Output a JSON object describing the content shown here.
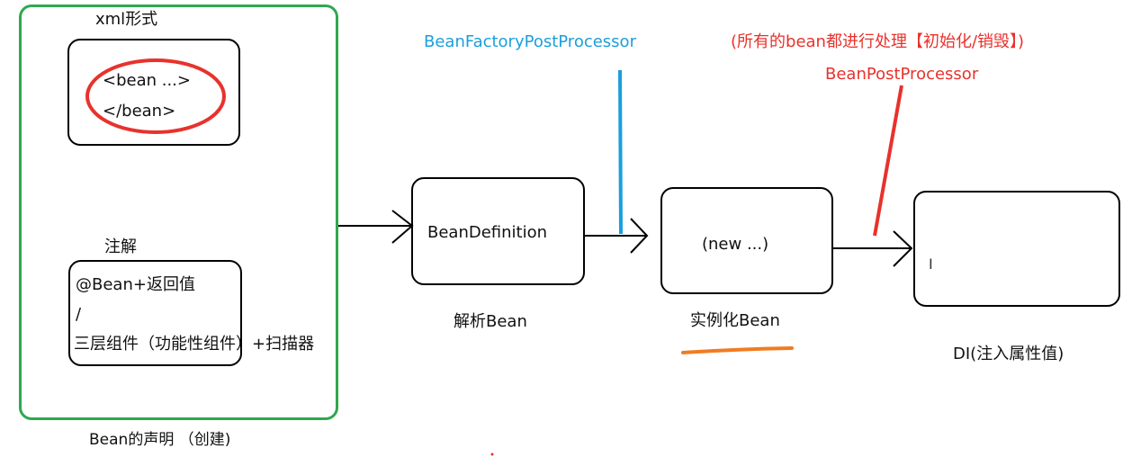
{
  "declaration": {
    "xml_title": "xml形式",
    "xml_line1": "<bean ...>",
    "xml_line2": "</bean>",
    "annotation_title": "注解",
    "annotation_line1": "@Bean+返回值",
    "annotation_line2": "/",
    "annotation_line3": "三层组件（功能性组件）+扫描器",
    "caption": "Bean的声明 （创建)"
  },
  "definition": {
    "label": "BeanDefinition",
    "caption": "解析Bean"
  },
  "factory_processor": {
    "label": "BeanFactoryPostProcessor",
    "color": "#1a9fdc"
  },
  "instantiate": {
    "label": "(new ...)",
    "caption": "实例化Bean"
  },
  "post_processor": {
    "label": "BeanPostProcessor",
    "note": "(所有的bean都进行处理【初始化/销毁】)",
    "color": "#e8322c"
  },
  "di": {
    "caption": "DI(注入属性值)"
  },
  "colors": {
    "container": "#2fa84f",
    "highlight_circle": "#e8322c",
    "underline": "#f07c22"
  }
}
